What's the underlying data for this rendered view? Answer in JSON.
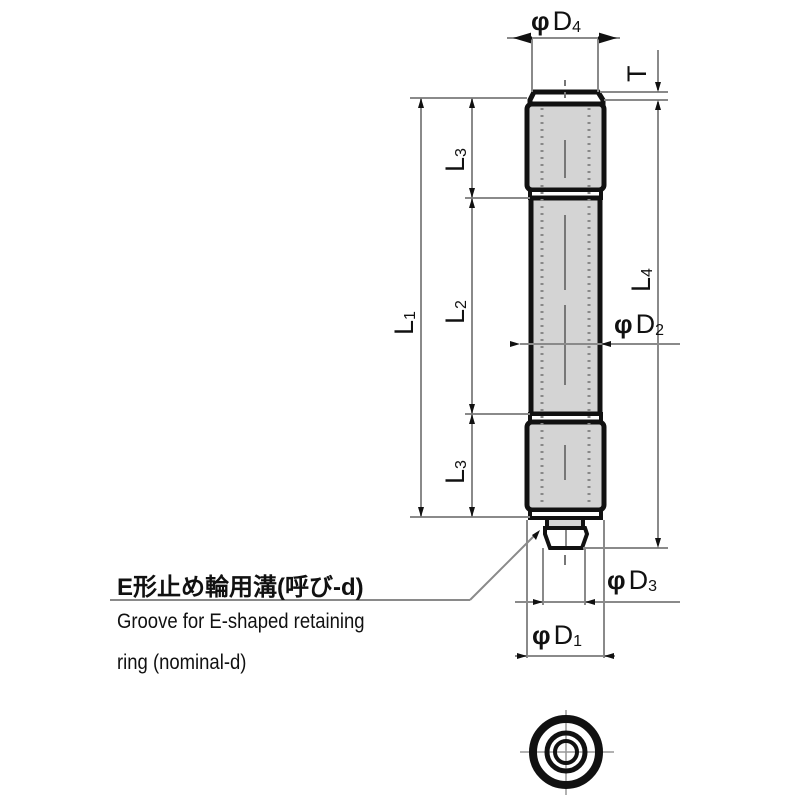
{
  "figure": {
    "type": "technical-drawing",
    "subject": "shaft with E-ring groove, side view and end view"
  },
  "dimensions": {
    "D4": {
      "symbol": "φ",
      "letter": "D",
      "sub": "4"
    },
    "T": {
      "letter": "T"
    },
    "L1": {
      "letter": "L",
      "sub": "1"
    },
    "L2": {
      "letter": "L",
      "sub": "2"
    },
    "L3_top": {
      "letter": "L",
      "sub": "3"
    },
    "L3_bottom": {
      "letter": "L",
      "sub": "3"
    },
    "L4": {
      "letter": "L",
      "sub": "4"
    },
    "D2": {
      "symbol": "φ",
      "letter": "D",
      "sub": "2"
    },
    "D3": {
      "symbol": "φ",
      "letter": "D",
      "sub": "3"
    },
    "D1": {
      "symbol": "φ",
      "letter": "D",
      "sub": "1"
    }
  },
  "annotation": {
    "japanese": "E形止め輪用溝(呼び-d)",
    "english_line1": "Groove for E-shaped retaining",
    "english_line2": "ring (nominal-d)"
  },
  "colors": {
    "line": "#111111",
    "dim_line": "#8a8a8a",
    "fill": "#d4d4d4"
  }
}
